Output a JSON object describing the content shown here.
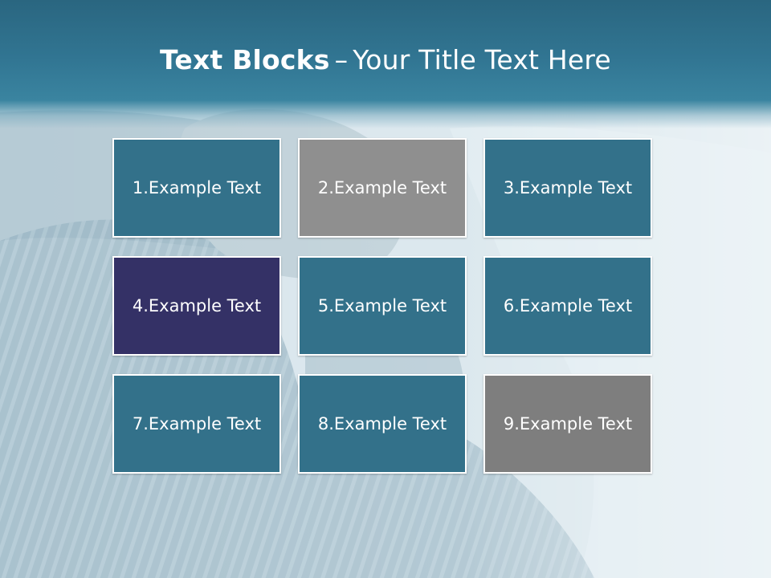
{
  "title": {
    "bold": "Text Blocks",
    "separator": "–",
    "rest": "Your Title Text Here"
  },
  "colors": {
    "title_band": "#2f7190",
    "teal": "#33718a",
    "gray_light": "#8f8f8f",
    "purple": "#343166",
    "gray_dark": "#7e7e7e"
  },
  "blocks": [
    {
      "label": "1.Example Text",
      "color": "#33718a"
    },
    {
      "label": "2.Example Text",
      "color": "#8f8f8f"
    },
    {
      "label": "3.Example Text",
      "color": "#33718a"
    },
    {
      "label": "4.Example Text",
      "color": "#343166"
    },
    {
      "label": "5.Example Text",
      "color": "#33718a"
    },
    {
      "label": "6.Example Text",
      "color": "#33718a"
    },
    {
      "label": "7.Example Text",
      "color": "#33718a"
    },
    {
      "label": "8.Example Text",
      "color": "#33718a"
    },
    {
      "label": "9.Example Text",
      "color": "#7e7e7e"
    }
  ]
}
